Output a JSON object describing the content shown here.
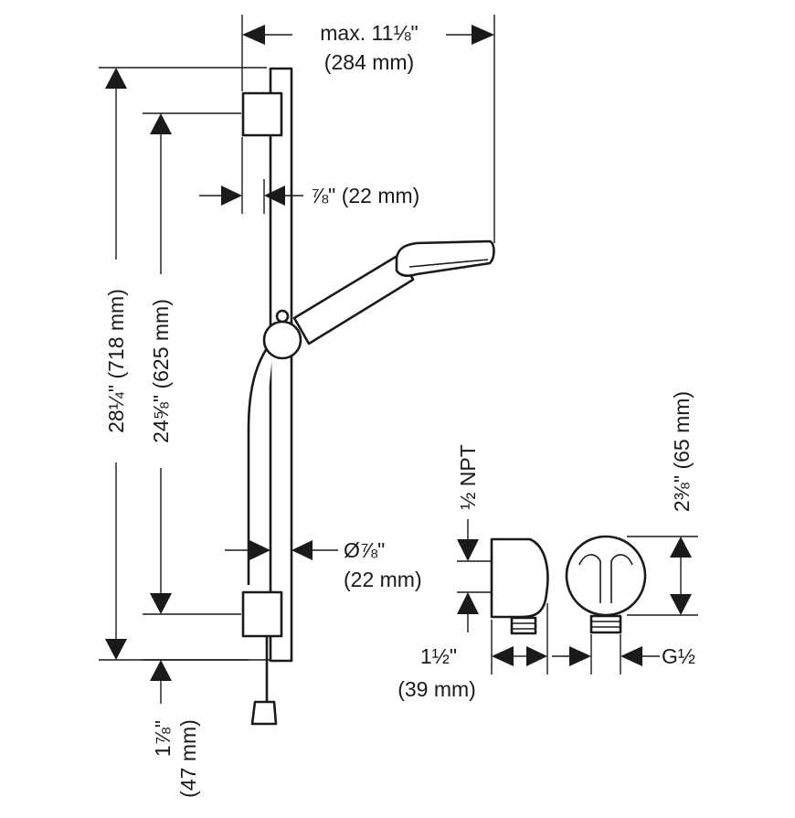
{
  "dimensions": {
    "max_width": {
      "imperial": "max. 11⅛\"",
      "metric": "(284 mm)"
    },
    "total_height": {
      "label": "28¼\" (718 mm)"
    },
    "bracket_spacing": {
      "label": "24⅝\" (625 mm)"
    },
    "bracket_width": {
      "label": "⅞\" (22 mm)"
    },
    "rail_diameter": {
      "imperial": "Ø⅞\"",
      "metric": "(22 mm)"
    },
    "bottom_offset": {
      "imperial": "1⅞\"",
      "metric": "(47 mm)"
    },
    "outlet_thread": {
      "label": "½ NPT"
    },
    "outlet_depth": {
      "imperial": "1½\"",
      "metric": "(39 mm)"
    },
    "outlet_height": {
      "label": "2⅜\" (65 mm)"
    },
    "hose_thread": {
      "label": "G½"
    }
  },
  "colors": {
    "line": "#1a1a1a",
    "background": "#ffffff"
  }
}
